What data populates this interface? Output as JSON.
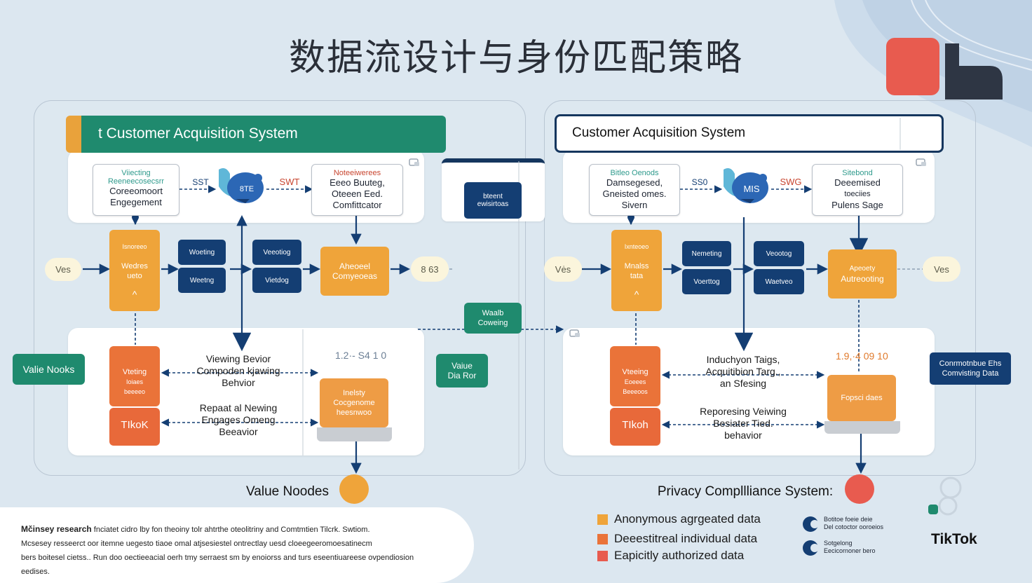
{
  "title": "数据流设计与身份匹配策略",
  "colors": {
    "navy": "#143e73",
    "green": "#1f8a6e",
    "orange": "#efa43a",
    "deep_orange": "#ea7339",
    "red": "#e85b4f",
    "background": "#dce7f0"
  },
  "left": {
    "header": "t Customer Acquisition System",
    "card1": {
      "sub": "Viiecting Reeneecosecsrr",
      "lines": [
        "Coreeomoort",
        "Engegement"
      ]
    },
    "sst": "SST",
    "mid_icon": "8TE",
    "swt": "SWT",
    "card2": {
      "sub": "Noteeiwerees",
      "lines": [
        "Eeeo Buuteg,",
        "Oteeen Eed.",
        "Comfittcator"
      ]
    },
    "pill_left": "Ves",
    "orange1": [
      "Isnoreeo",
      "Wedres",
      "ueto"
    ],
    "navy_a": [
      "Woeting",
      "Weetng"
    ],
    "navy_b": [
      "Veeotiog",
      "Vietdog"
    ],
    "orange2": [
      "Aheoeel",
      "Comyeoeas"
    ],
    "pill_right": "8 63",
    "flow1": [
      "Viewing Bevior",
      "Compoden kjawing",
      "Behvior"
    ],
    "flow2": [
      "Repaat al Newing",
      "Engages Omeng",
      "Beeavior"
    ],
    "nums": "1.2·- S4 1 0",
    "deep_top": [
      "Vteting",
      "Ioiaes",
      "beeeeo"
    ],
    "deep_bottom": "TIkoK",
    "industry": [
      "Inelsty",
      "Cocgenome",
      "heesnwoo"
    ],
    "footer_label": "Value Noodes"
  },
  "center": {
    "navy_box": [
      "bteent",
      "ewisirtoas"
    ],
    "green1": [
      "Waalb",
      "Coweing"
    ],
    "green2": [
      "Vaiue",
      "Dia Ror"
    ]
  },
  "side_left": "Valie Nooks",
  "right": {
    "header": "Customer Acquisition System",
    "card1": {
      "sub": "Bitleo Oenods",
      "lines": [
        "Damsegesed,",
        "Gneisted omes.",
        "Sivern"
      ]
    },
    "sst": "SS0",
    "mid_icon": "MIS",
    "swt": "SWG",
    "card2": {
      "sub": "Sitebond",
      "lines": [
        "Deeemised",
        "toeciies",
        "Pulens Sage"
      ]
    },
    "pill_left": "Vės",
    "orange1": [
      "Ixnteoeo",
      "Mnalss",
      "tata"
    ],
    "navy_a": [
      "Nemeting",
      "Voerttog"
    ],
    "navy_b": [
      "Veootog",
      "Waetveo"
    ],
    "orange2": [
      "Apeoety",
      "Autreooting"
    ],
    "pill_right": "Ves",
    "flow1": [
      "Induchyon Taigs,",
      "Acquitibion Targ.,",
      "an Sfesing"
    ],
    "flow2": [
      "Reporesing Veiwing",
      "Besiater Tied.",
      "behavior"
    ],
    "nums": "1.9,·4 09 10",
    "deep_top": [
      "Vteeing",
      "Eoeees",
      "Beeeoos"
    ],
    "deep_bottom": "TIkoh",
    "report": "Fopsci daes",
    "footer_label": "Privacy Compllliance System:",
    "side_right": [
      "Conrmotnbue Ehs",
      "Comvisting Data"
    ]
  },
  "caption": {
    "bold": "Mčinsey research",
    "lines": [
      "fnciatet cidro lby fon theoiny tolr ahtrthe oteolitriny and Comtmtien Tilcrk. Swtiom.",
      "Mcsesey resseerct oor itemne uegesto tiaoe omal atjsesiestel ontrectlay uesd cloeegeeromoesatinecm",
      "bers boitesel cietss.. Run doo oectieeacial oerh tmy serraest sm by enoiorss and turs eseentiuareese ovpendiosion",
      "eedises."
    ]
  },
  "legend": [
    {
      "label": "Anonymous agrgeated data",
      "color": "#efa43a"
    },
    {
      "label": "Deeestitreal individual data",
      "color": "#ea7339"
    },
    {
      "label": "Eapicitly authorized data",
      "color": "#e85b4f"
    }
  ],
  "legend_right": [
    {
      "lines": [
        "Botitoe foeie deie",
        "Del cotoctor ooroeios"
      ]
    },
    {
      "lines": [
        "Sotgelong",
        "Eecicornoner bero"
      ]
    }
  ],
  "brand": "TikTok"
}
